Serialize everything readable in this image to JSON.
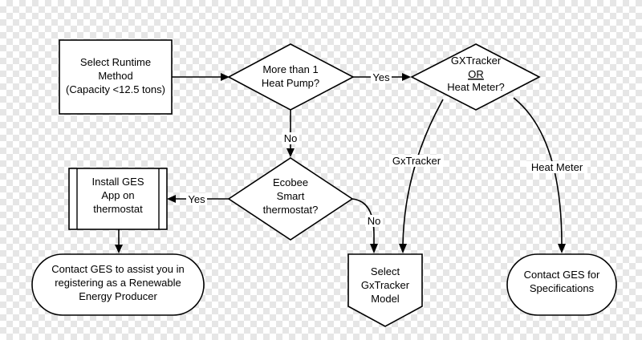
{
  "nodes": {
    "select_method": [
      "Select Runtime",
      "Method",
      "(Capacity <12.5 tons)"
    ],
    "more_than_one": [
      "More than 1",
      "Heat Pump?"
    ],
    "gx_or_meter_top": "GXTracker",
    "gx_or_meter_or": "OR",
    "gx_or_meter_bottom": "Heat Meter?",
    "install_ges": [
      "Install GES",
      "App on",
      "thermostat"
    ],
    "ecobee": [
      "Ecobee",
      "Smart",
      "thermostat?"
    ],
    "contact_assist": [
      "Contact GES to assist you in",
      "registering as a Renewable",
      "Energy Producer"
    ],
    "select_gxtracker": [
      "Select",
      "GxTracker",
      "Model"
    ],
    "contact_specs": [
      "Contact GES for",
      "Specifications"
    ]
  },
  "edges": {
    "yes_top": "Yes",
    "no_mid": "No",
    "yes_left": "Yes",
    "no_right": "No",
    "gxtracker": "GxTracker",
    "heat_meter": "Heat Meter"
  }
}
